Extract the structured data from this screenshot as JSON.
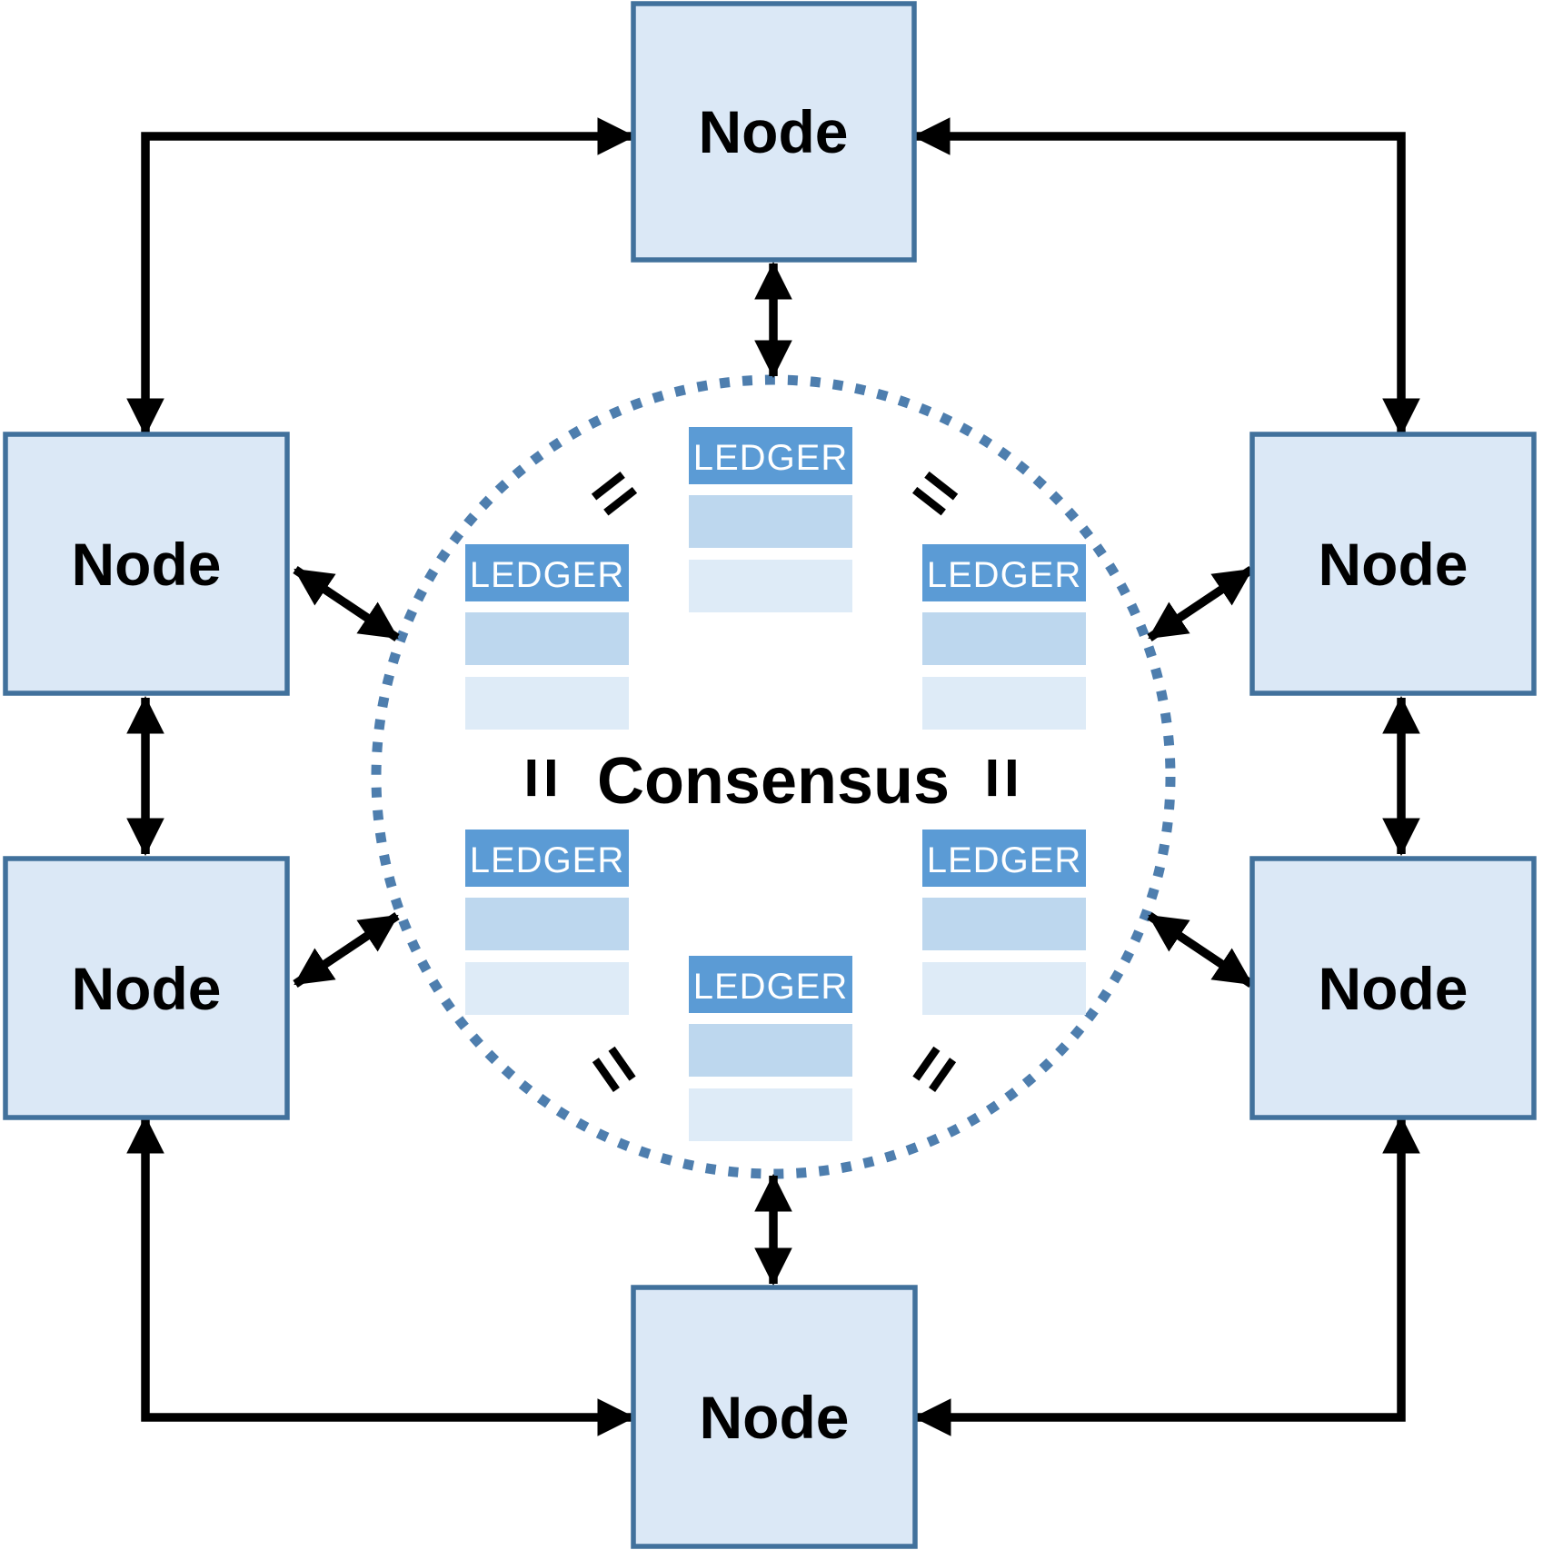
{
  "diagram": {
    "consensus_label": "Consensus",
    "equals_symbol": "=",
    "ledger_label": "LEDGER"
  },
  "nodes": [
    {
      "id": "top",
      "label": "Node"
    },
    {
      "id": "left-upper",
      "label": "Node"
    },
    {
      "id": "left-lower",
      "label": "Node"
    },
    {
      "id": "right-upper",
      "label": "Node"
    },
    {
      "id": "right-lower",
      "label": "Node"
    },
    {
      "id": "bottom",
      "label": "Node"
    }
  ],
  "ledgers": [
    {
      "id": "top-center",
      "label": "LEDGER",
      "rows": 2
    },
    {
      "id": "upper-left",
      "label": "LEDGER",
      "rows": 2
    },
    {
      "id": "upper-right",
      "label": "LEDGER",
      "rows": 2
    },
    {
      "id": "lower-left",
      "label": "LEDGER",
      "rows": 2
    },
    {
      "id": "lower-right",
      "label": "LEDGER",
      "rows": 2
    },
    {
      "id": "bottom-center",
      "label": "LEDGER",
      "rows": 2
    }
  ],
  "colors": {
    "node_fill": "#dbe8f6",
    "node_border": "#41719c",
    "ledger_header": "#5b9bd5",
    "ledger_row_medium": "#bdd7ee",
    "ledger_row_light": "#deebf7",
    "ledger_text": "#ffffff",
    "circle_dotted": "#4e7eae",
    "connector_black": "#000000",
    "label_text": "#000000"
  }
}
